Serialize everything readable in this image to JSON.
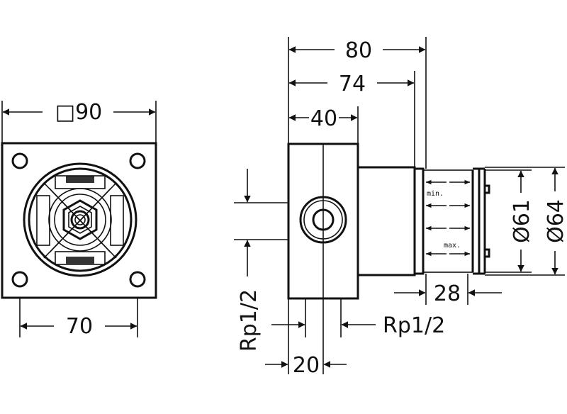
{
  "drawing": {
    "front_view": {
      "width_label": "□90",
      "hole_spacing_label": "70"
    },
    "side_view": {
      "overall_depth_label": "80",
      "depth_74_label": "74",
      "body_depth_label": "40",
      "extension_label": "28",
      "inner_diameter_label": "Ø61",
      "outer_diameter_label": "Ø64",
      "connection_right_label": "Rp1/2",
      "connection_vertical_label": "Rp1/2",
      "connection_offset_label": "20",
      "min_label": "min.",
      "max_label": "max."
    }
  }
}
